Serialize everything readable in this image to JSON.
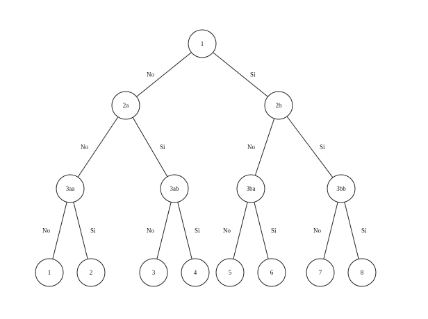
{
  "diagram": {
    "type": "binary-decision-tree",
    "nodes": [
      {
        "id": "n1",
        "label": "1",
        "level": 0
      },
      {
        "id": "n2a",
        "label": "2a",
        "level": 1
      },
      {
        "id": "n2b",
        "label": "2b",
        "level": 1
      },
      {
        "id": "n3aa",
        "label": "3aa",
        "level": 2
      },
      {
        "id": "n3ab",
        "label": "3ab",
        "level": 2
      },
      {
        "id": "n3ba",
        "label": "3ba",
        "level": 2
      },
      {
        "id": "n3bb",
        "label": "3bb",
        "level": 2
      },
      {
        "id": "l1",
        "label": "1",
        "level": 3
      },
      {
        "id": "l2",
        "label": "2",
        "level": 3
      },
      {
        "id": "l3",
        "label": "3",
        "level": 3
      },
      {
        "id": "l4",
        "label": "4",
        "level": 3
      },
      {
        "id": "l5",
        "label": "5",
        "level": 3
      },
      {
        "id": "l6",
        "label": "6",
        "level": 3
      },
      {
        "id": "l7",
        "label": "7",
        "level": 3
      },
      {
        "id": "l8",
        "label": "8",
        "level": 3
      }
    ],
    "edges": [
      {
        "from": "n1",
        "to": "n2a",
        "label": "No"
      },
      {
        "from": "n1",
        "to": "n2b",
        "label": "Si"
      },
      {
        "from": "n2a",
        "to": "n3aa",
        "label": "No"
      },
      {
        "from": "n2a",
        "to": "n3ab",
        "label": "Si"
      },
      {
        "from": "n2b",
        "to": "n3ba",
        "label": "No"
      },
      {
        "from": "n2b",
        "to": "n3bb",
        "label": "Si"
      },
      {
        "from": "n3aa",
        "to": "l1",
        "label": "No"
      },
      {
        "from": "n3aa",
        "to": "l2",
        "label": "Si"
      },
      {
        "from": "n3ab",
        "to": "l3",
        "label": "No"
      },
      {
        "from": "n3ab",
        "to": "l4",
        "label": "Si"
      },
      {
        "from": "n3ba",
        "to": "l5",
        "label": "No"
      },
      {
        "from": "n3ba",
        "to": "l6",
        "label": "Si"
      },
      {
        "from": "n3bb",
        "to": "l7",
        "label": "No"
      },
      {
        "from": "n3bb",
        "to": "l8",
        "label": "Si"
      }
    ]
  }
}
